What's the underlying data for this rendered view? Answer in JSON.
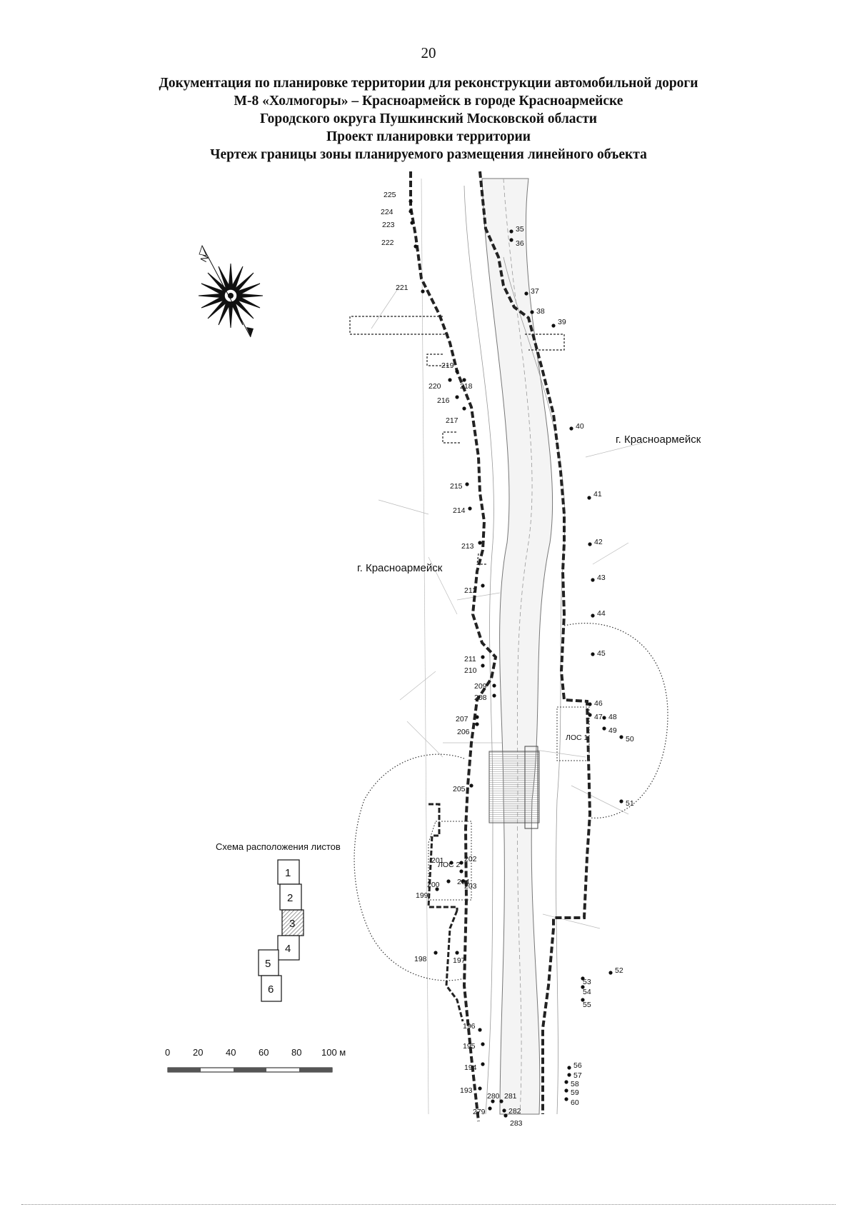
{
  "page_number": "20",
  "title_lines": [
    "Документация по планировке территории для реконструкции автомобильной дороги",
    "М-8 «Холмогоры» – Красноармейск в городе Красноармейске",
    "Городского округа Пушкинский Московской области",
    "Проект планировки территории",
    "Чертеж границы зоны планируемого размещения линейного объекта"
  ],
  "map": {
    "city_label_east": "г. Красноармейск",
    "city_label_west": "г. Красноармейск",
    "north_arrow_letter": "N",
    "compass_icon": "compass-rose-icon",
    "facility_1": "ЛОС 1",
    "facility_2": "ЛОС 2",
    "boundary_color": "#222222",
    "road_fill_color": "#f4f4f4",
    "points_west": [
      "225",
      "224",
      "223",
      "222",
      "221",
      "219",
      "220",
      "218",
      "216",
      "217",
      "215",
      "214",
      "213",
      "212",
      "211",
      "210",
      "209",
      "208",
      "207",
      "206",
      "205",
      "201",
      "202",
      "204",
      "200",
      "203",
      "199",
      "198",
      "197",
      "196",
      "195",
      "194",
      "193",
      "280",
      "281",
      "279",
      "282",
      "283"
    ],
    "points_east": [
      "35",
      "36",
      "37",
      "38",
      "39",
      "40",
      "41",
      "42",
      "43",
      "44",
      "45",
      "46",
      "47",
      "48",
      "49",
      "50",
      "51",
      "52",
      "53",
      "54",
      "55",
      "56",
      "57",
      "58",
      "59",
      "60"
    ]
  },
  "sheet_scheme": {
    "title": "Схема расположения листов",
    "sheets": [
      "1",
      "2",
      "3",
      "4",
      "5",
      "6"
    ],
    "current_sheet": "3"
  },
  "scale_bar": {
    "ticks": [
      "0",
      "20",
      "40",
      "60",
      "80",
      "100 м"
    ]
  }
}
